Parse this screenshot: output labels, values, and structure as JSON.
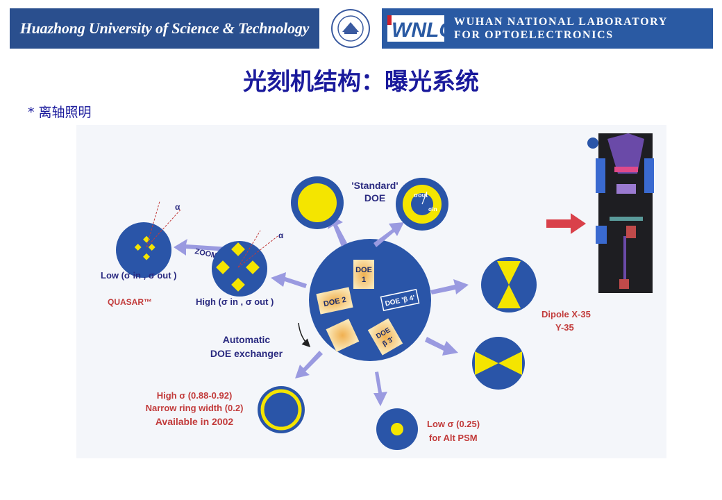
{
  "header": {
    "university": "Huazhong University of Science & Technology",
    "lab_logo": "WNLO",
    "lab_line1": "WUHAN NATIONAL LABORATORY",
    "lab_line2": "FOR OPTOELECTRONICS"
  },
  "title": "光刻机结构：曝光系统",
  "bullet": "* 离轴照明",
  "diagram": {
    "standard_label": "'Standard'",
    "doe_label": "DOE",
    "sigma_out": "σout",
    "sigma_in": "σin",
    "zoom": "ZOOM",
    "alpha": "α",
    "low_sigma_label": "Low (σ in , σ out )",
    "high_sigma_label": "High (σ in , σ out )",
    "quasar": "QUASAR™",
    "doe1": "DOE 1",
    "doe2": "DOE 2",
    "doe_b4": "DOE 'β 4'",
    "doe_b3": "DOE β 3'",
    "auto_line1": "Automatic",
    "auto_line2": "DOE exchanger",
    "dipole_line1": "Dipole X-35",
    "dipole_line2": "Y-35",
    "high_sigma_line1": "High σ (0.88-0.92)",
    "high_sigma_line2": "Narrow ring width (0.2)",
    "high_sigma_line3": "Available in 2002",
    "low_sigma_line1": "Low σ (0.25)",
    "low_sigma_line2": "for Alt PSM"
  },
  "colors": {
    "title": "#1a1a9c",
    "banner": "#2a4f8e",
    "disc_blue": "#2a55a8",
    "pole_yellow": "#f4e500",
    "arrow_purple": "#9a9ae0",
    "red_label": "#c23b3b"
  }
}
